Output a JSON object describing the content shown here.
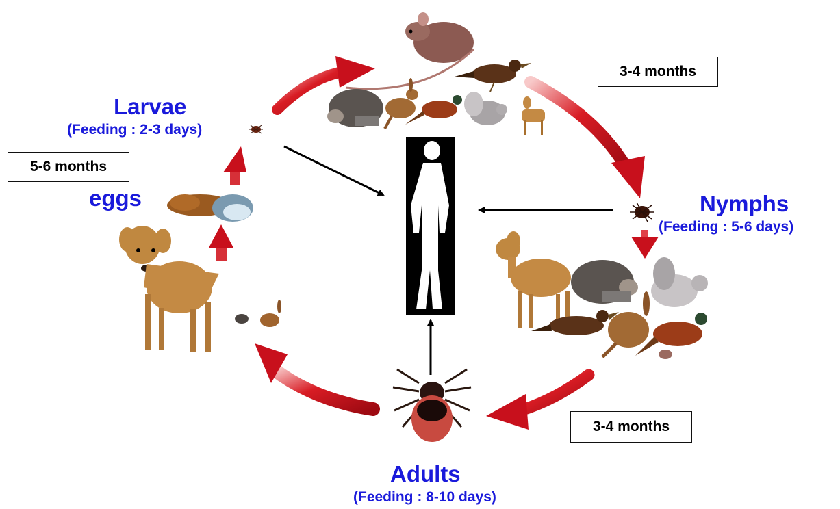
{
  "stages": {
    "larvae": {
      "name": "Larvae",
      "feeding": "(Feeding : 2-3 days)"
    },
    "eggs": {
      "name": "eggs"
    },
    "nymphs": {
      "name": "Nymphs",
      "feeding": "(Feeding : 5-6 days)"
    },
    "adults": {
      "name": "Adults",
      "feeding": "(Feeding : 8-10 days)"
    }
  },
  "durations": {
    "top_right": "3-4 months",
    "left": "5-6 months",
    "bottom_right": "3-4 months"
  },
  "colors": {
    "label_blue": "#1a1adb",
    "cycle_arrow_red": "#c8101c",
    "connector_black": "#000000",
    "human_silhouette_bg": "#000000"
  },
  "icons": {
    "center": "human-silhouette-icon",
    "hosts": [
      "mouse-icon",
      "bird-icon",
      "hedgehog-icon",
      "hare-icon",
      "pheasant-icon",
      "squirrel-icon",
      "deer-icon"
    ],
    "tick": "tick-icon"
  }
}
